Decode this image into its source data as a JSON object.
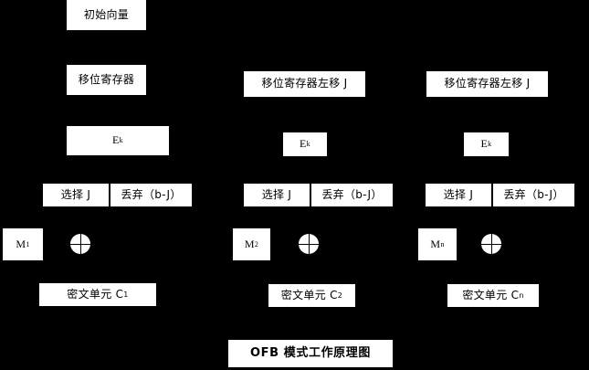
{
  "diagram": {
    "title": "OFB 模式工作原理图",
    "background_color": "#000000",
    "box_color": "#ffffff",
    "text_color": "#000000",
    "columns": [
      {
        "id": "stage-1",
        "init_vector": "初始向量",
        "shift_register": "移位寄存器",
        "encrypt": "E",
        "encrypt_sub": "k",
        "select": "选择 J",
        "discard": "丢弃（b-J）",
        "plaintext": "M",
        "plaintext_sub": "1",
        "xor": "xor-operator",
        "ciphertext": "密文单元 C",
        "ciphertext_sub": "1"
      },
      {
        "id": "stage-2",
        "shift_register": "移位寄存器左移 J",
        "encrypt": "E",
        "encrypt_sub": "k",
        "select": "选择 J",
        "discard": "丢弃（b-J）",
        "plaintext": "M",
        "plaintext_sub": "2",
        "xor": "xor-operator",
        "ciphertext": "密文单元 C",
        "ciphertext_sub": "2"
      },
      {
        "id": "stage-n",
        "shift_register": "移位寄存器左移 J",
        "encrypt": "E",
        "encrypt_sub": "k",
        "select": "选择 J",
        "discard": "丢弃（b-J）",
        "plaintext": "M",
        "plaintext_sub": "n",
        "xor": "xor-operator",
        "ciphertext": "密文单元 C",
        "ciphertext_sub": "n"
      }
    ]
  }
}
